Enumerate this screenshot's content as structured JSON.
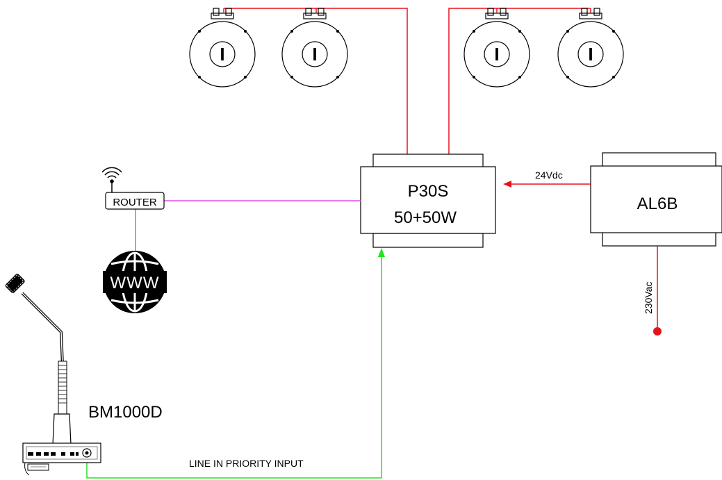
{
  "amplifier": {
    "model": "P30S",
    "power": "50+50W"
  },
  "power_supply": {
    "model": "AL6B"
  },
  "router": {
    "label": "ROUTER"
  },
  "internet": {
    "label": "WWW"
  },
  "microphone": {
    "model": "BM1000D"
  },
  "speakers": {
    "symbol": "I",
    "count": 4
  },
  "connections": {
    "dc_supply": "24Vdc",
    "mains": "230Vac",
    "line_input": "LINE IN PRIORITY INPUT"
  },
  "colors": {
    "speaker_wire": "#e8121b",
    "power_wire": "#e8121b",
    "network_wire": "#e44ce8",
    "audio_wire": "#1ee61e",
    "outline": "#000000"
  }
}
